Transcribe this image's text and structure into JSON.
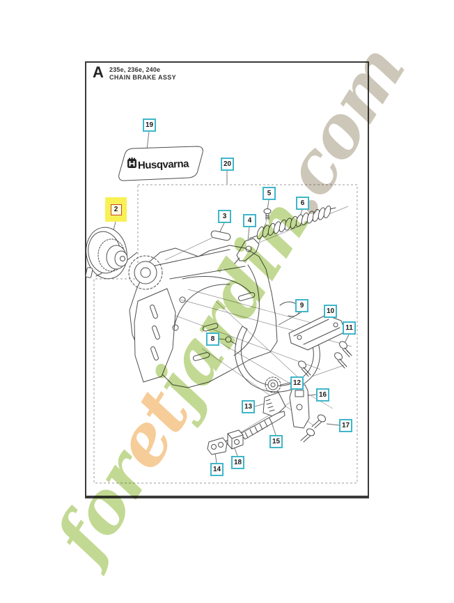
{
  "page": {
    "header": {
      "section_letter": "A",
      "models": "235e, 236e, 240e",
      "assembly_title": "CHAIN BRAKE ASSY"
    }
  },
  "diagram": {
    "brand_label": "Husqvarna",
    "callouts": [
      {
        "label": "19"
      },
      {
        "label": "20"
      },
      {
        "label": "2",
        "highlighted": true
      },
      {
        "label": "3"
      },
      {
        "label": "4"
      },
      {
        "label": "5"
      },
      {
        "label": "6"
      },
      {
        "label": "8"
      },
      {
        "label": "9"
      },
      {
        "label": "10"
      },
      {
        "label": "11"
      },
      {
        "label": "12"
      },
      {
        "label": "13"
      },
      {
        "label": "14"
      },
      {
        "label": "15"
      },
      {
        "label": "16"
      },
      {
        "label": "17"
      },
      {
        "label": "18"
      }
    ]
  },
  "watermark": {
    "full_text": "foretjardin.com",
    "segments": [
      {
        "text": "for",
        "color": "#bcd587"
      },
      {
        "text": "et",
        "color": "#f5c78d"
      },
      {
        "text": "jardin",
        "color": "#bcd587"
      },
      {
        "text": ".com",
        "color": "#c8c1b1"
      }
    ]
  },
  "colors": {
    "callout_border": "#3fb6c9",
    "highlight_background": "#f7f155",
    "highlight_border": "#cc4433",
    "line_art": "#4d4d4d"
  }
}
